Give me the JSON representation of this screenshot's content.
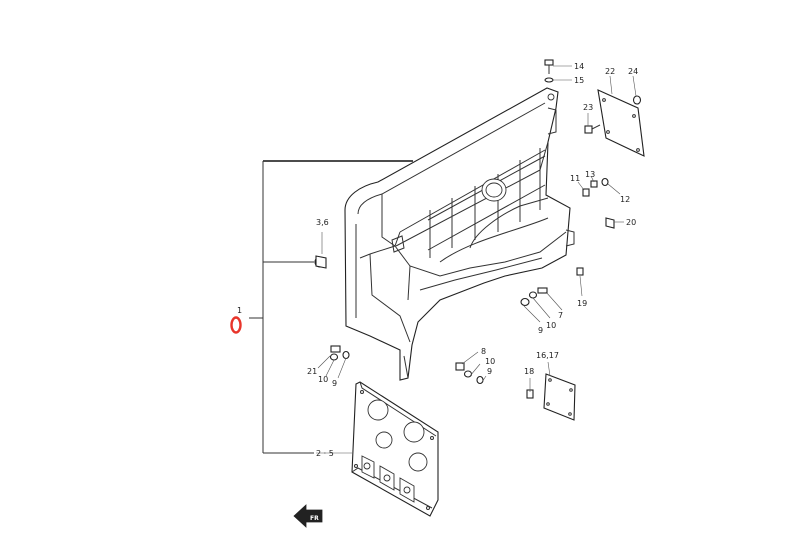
{
  "main_item": {
    "label": "1",
    "marker_color": "#e8352b"
  },
  "labels": {
    "l14": "14",
    "l15": "15",
    "l22": "22",
    "l24": "24",
    "l23": "23",
    "l11": "11",
    "l13": "13",
    "l12": "12",
    "l20": "20",
    "l36": "3,6",
    "l19": "19",
    "l7": "7",
    "l10a": "10",
    "l9a": "9",
    "l21": "21",
    "l10b": "10",
    "l9b": "9",
    "l8": "8",
    "l10c": "10",
    "l9c": "9",
    "l1617": "16,17",
    "l18": "18",
    "l25": "2 · 5"
  },
  "direction_marker": {
    "icon": "front-arrow-icon",
    "text": "FR"
  }
}
